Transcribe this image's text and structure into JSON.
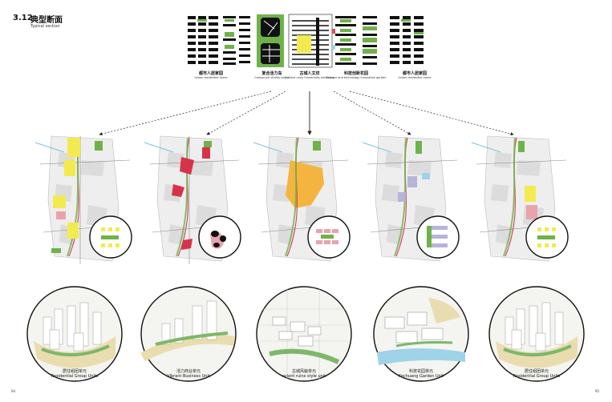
{
  "header": {
    "section_number": "3.12",
    "section_title": "典型断面",
    "section_subtitle": "Typical section"
  },
  "zones": [
    {
      "label": "都市人居家园",
      "sub": "Urban residential home"
    },
    {
      "label": "复合活力岛",
      "sub": "Compound vitality island"
    },
    {
      "label": "古城人文坊",
      "sub": "Ancient ruins humanities workshop"
    },
    {
      "label": "科技创新花园",
      "sub": "Science and technology innovation garden"
    },
    {
      "label": "都市人居家园",
      "sub": "Urban residential home"
    }
  ],
  "circle_labels": [
    {
      "cn": "居住组团单元",
      "en": "Residential Group Units"
    },
    {
      "cn": "活力商业单元",
      "en": "Vibrant Business Unit"
    },
    {
      "cn": "古城风貌单元",
      "en": "ncient ruins style unit"
    },
    {
      "cn": "科技花园单元",
      "en": "Kechuang Garden Unit"
    },
    {
      "cn": "居住组团单元",
      "en": "Residential Group Units"
    }
  ],
  "footer": {
    "page_left": "94",
    "page_right": "95"
  },
  "colors": {
    "green": "#6fb24a",
    "yellow": "#f3ea4f",
    "pink": "#e9a3ad",
    "red": "#d6334a",
    "orange": "#f3b53f",
    "lavender": "#b8b3d9",
    "blue": "#9fd3e8"
  }
}
